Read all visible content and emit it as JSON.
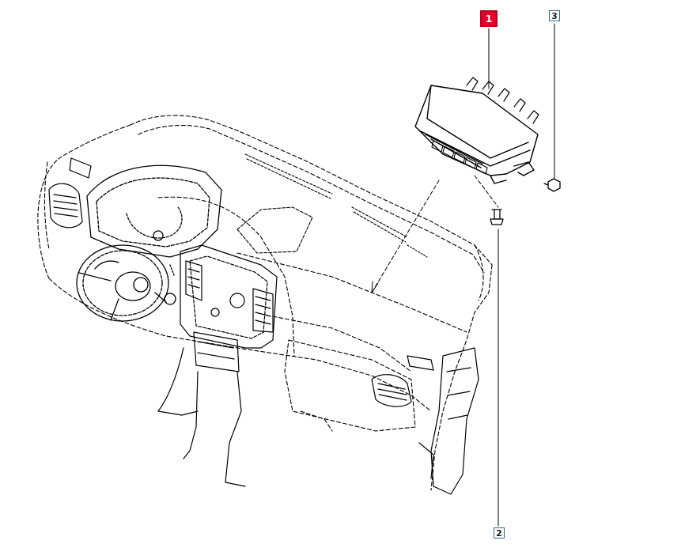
{
  "diagram": {
    "callouts": [
      {
        "id": "1",
        "label": "1",
        "highlighted": true,
        "color": "#e5002b"
      },
      {
        "id": "2",
        "label": "2",
        "highlighted": false,
        "color": "#2d6a88"
      },
      {
        "id": "3",
        "label": "3",
        "highlighted": false,
        "color": "#2d6a88"
      }
    ],
    "parts": [
      {
        "callout": "1",
        "name": "airbag-module"
      },
      {
        "callout": "2",
        "name": "mounting-screw"
      },
      {
        "callout": "3",
        "name": "nut"
      }
    ],
    "line_color": "#000000"
  }
}
